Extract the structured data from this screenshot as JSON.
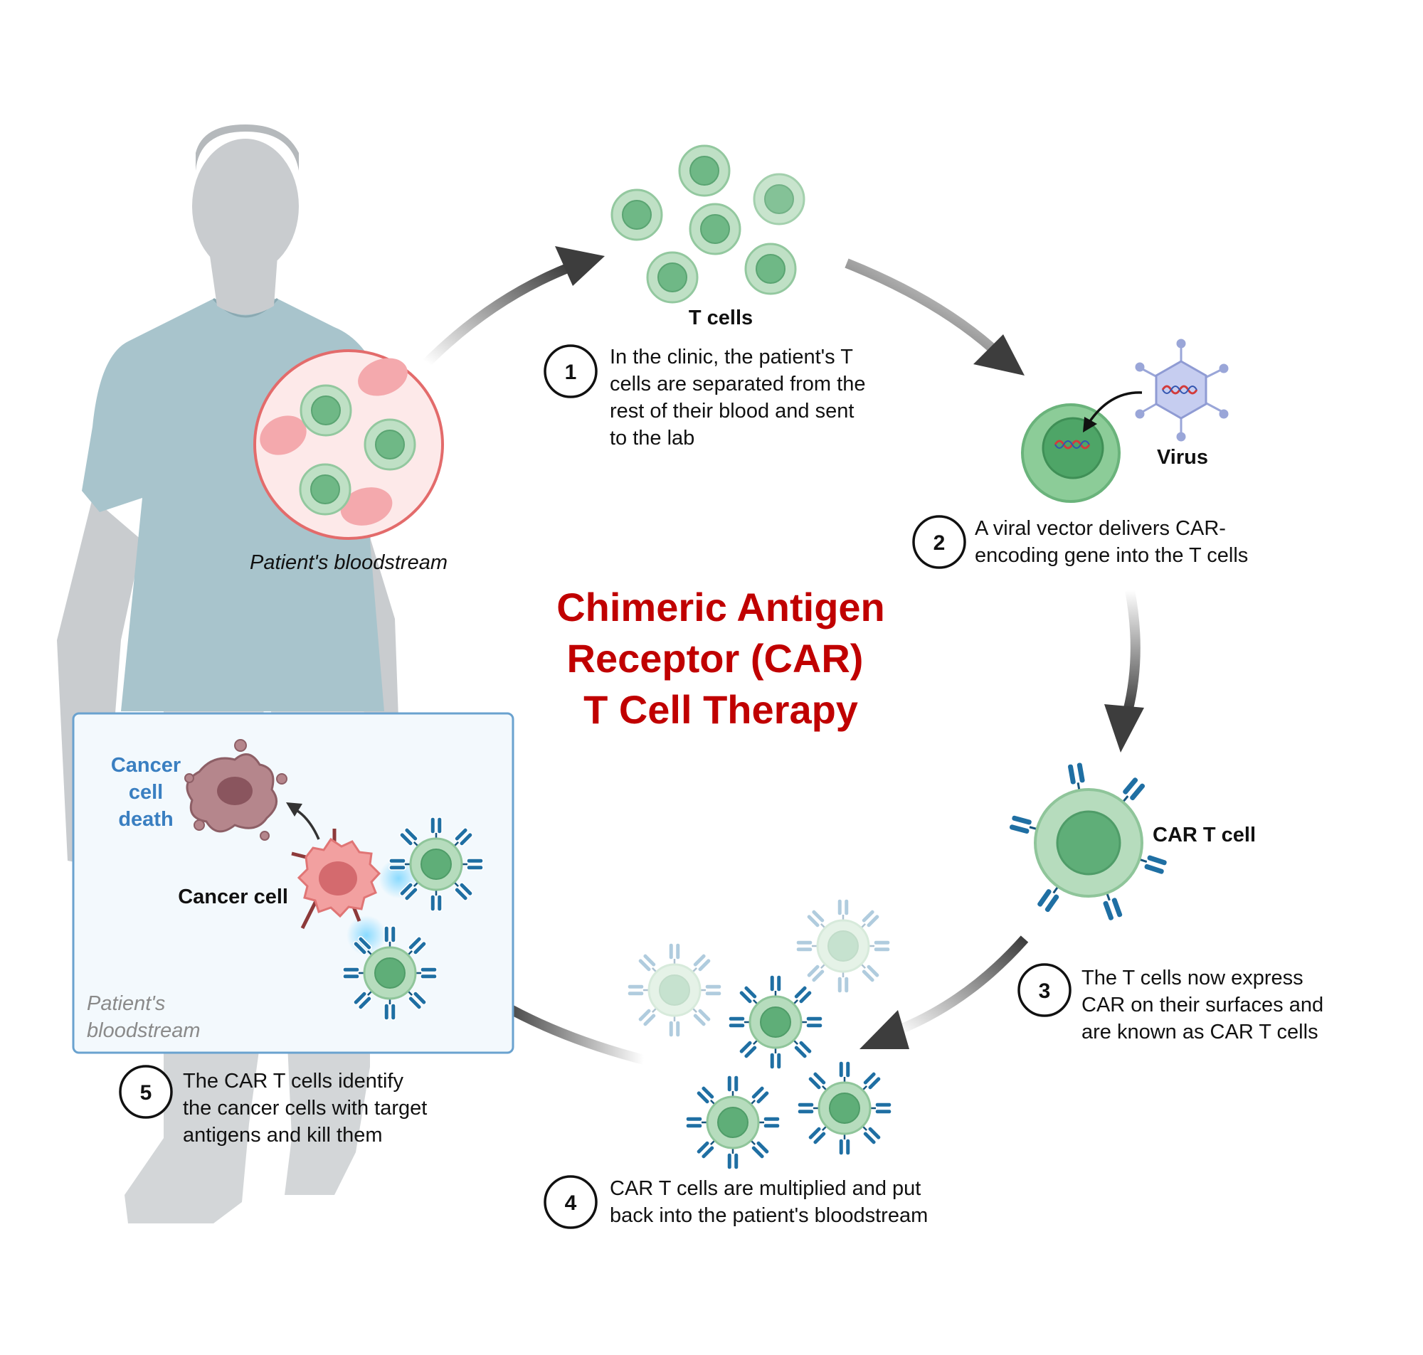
{
  "title": {
    "line1": "Chimeric Antigen",
    "line2": "Receptor (CAR)",
    "line3": "T Cell Therapy",
    "color": "#c00000"
  },
  "labels": {
    "t_cells": "T cells",
    "virus": "Virus",
    "car_t_cell": "CAR T cell",
    "cancer_cell": "Cancer cell",
    "cancer_cell_death": [
      "Cancer",
      "cell",
      "death"
    ],
    "patients_bloodstream_top": "Patient's bloodstream",
    "patients_bloodstream_box": [
      "Patient's",
      "bloodstream"
    ]
  },
  "steps": [
    {
      "num": "1",
      "lines": [
        "In the clinic, the patient's T",
        "cells are separated from the",
        "rest of their blood and sent",
        "to the lab"
      ]
    },
    {
      "num": "2",
      "lines": [
        "A viral vector delivers CAR-",
        "encoding gene into the T cells"
      ]
    },
    {
      "num": "3",
      "lines": [
        "The T cells now express",
        "CAR on their surfaces and",
        "are known as CAR T cells"
      ]
    },
    {
      "num": "4",
      "lines": [
        "CAR T cells are multiplied and put",
        "back into the patient's bloodstream"
      ]
    },
    {
      "num": "5",
      "lines": [
        "The CAR T cells identify",
        "the cancer cells with target",
        "antigens and kill them"
      ]
    }
  ],
  "colors": {
    "cell_outer": "#a9d3b1",
    "cell_inner": "#5fae78",
    "receptor": "#1f6fa3",
    "cancer": "#f2a0a0",
    "patient_skin": "#c9cccf",
    "gown": "#a8c4cc",
    "accent_blue": "#3a7fc1"
  }
}
